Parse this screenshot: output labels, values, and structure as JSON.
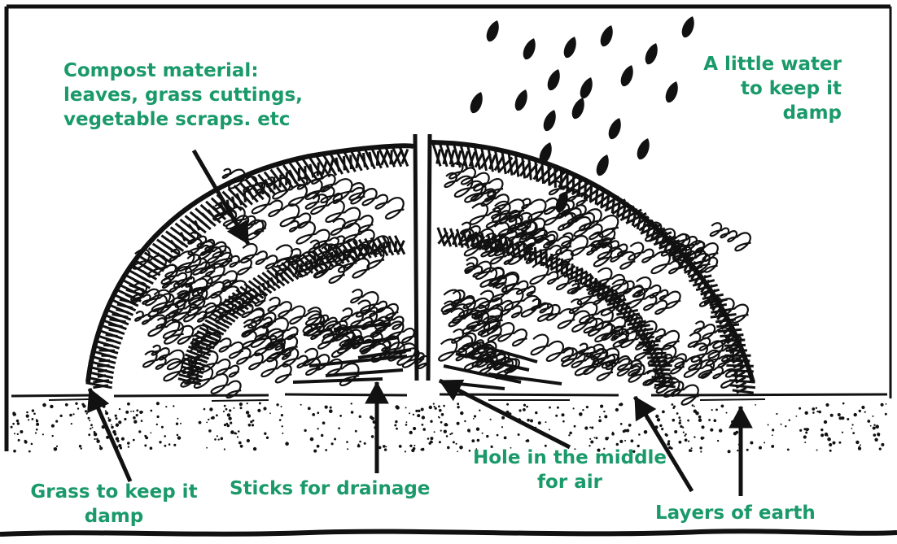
{
  "labels": {
    "compost": {
      "lines": [
        "Compost material:",
        "leaves, grass cuttings,",
        "vegetable scraps. etc"
      ]
    },
    "water": {
      "lines": [
        "A little water",
        "to keep it",
        "damp"
      ]
    },
    "grass": {
      "lines": [
        "Grass to keep it",
        "damp"
      ]
    },
    "sticks": {
      "lines": [
        "Sticks for drainage"
      ]
    },
    "hole": {
      "lines": [
        "Hole in the middle",
        "for air"
      ]
    },
    "earth": {
      "lines": [
        "Layers of earth"
      ]
    }
  },
  "colors": {
    "label_text": "#1a9a6a",
    "ink": "#111111",
    "background": "#ffffff"
  }
}
